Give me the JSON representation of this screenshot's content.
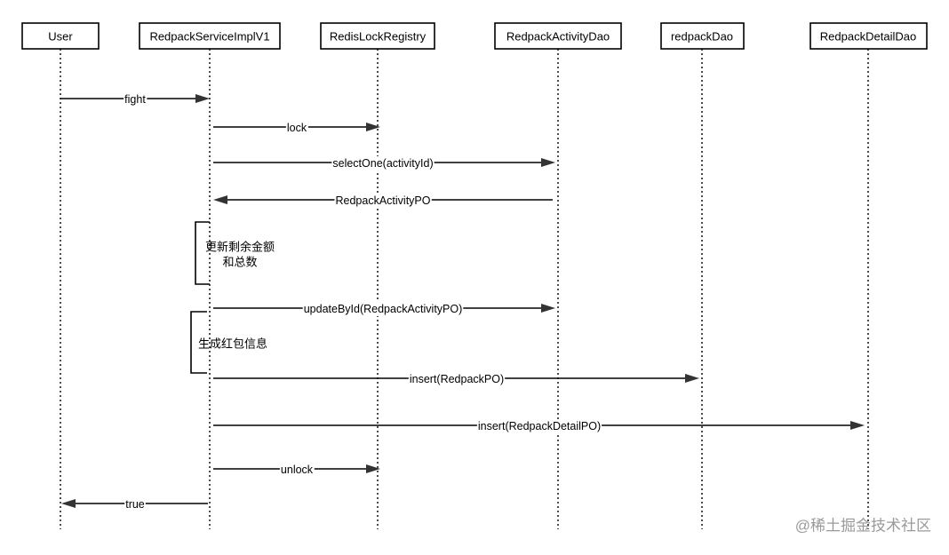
{
  "participants": [
    {
      "id": "user",
      "label": "User"
    },
    {
      "id": "service",
      "label": "RedpackServiceImplV1"
    },
    {
      "id": "lock",
      "label": "RedisLockRegistry"
    },
    {
      "id": "activityDao",
      "label": "RedpackActivityDao"
    },
    {
      "id": "redpackDao",
      "label": "redpackDao"
    },
    {
      "id": "detailDao",
      "label": "RedpackDetailDao"
    }
  ],
  "messages": [
    {
      "from": "user",
      "to": "service",
      "label": "fight"
    },
    {
      "from": "service",
      "to": "lock",
      "label": "lock"
    },
    {
      "from": "service",
      "to": "activityDao",
      "label": "selectOne(activityId)"
    },
    {
      "from": "activityDao",
      "to": "service",
      "label": "RedpackActivityPO"
    },
    {
      "from": "service",
      "to": "activityDao",
      "label": "updateById(RedpackActivityPO)"
    },
    {
      "from": "service",
      "to": "redpackDao",
      "label": "insert(RedpackPO)"
    },
    {
      "from": "service",
      "to": "detailDao",
      "label": "insert(RedpackDetailPO)"
    },
    {
      "from": "service",
      "to": "lock",
      "label": "unlock"
    },
    {
      "from": "service",
      "to": "user",
      "label": "true"
    }
  ],
  "notes": [
    {
      "lines": [
        "更新剩余金额",
        "和总数"
      ]
    },
    {
      "lines": [
        "生成红包信息"
      ]
    }
  ],
  "watermark": "@稀土掘金技术社区",
  "colors": {
    "line": "#000000",
    "arrow": "#333333",
    "text": "#000000",
    "watermark": "#9a9a9a"
  }
}
